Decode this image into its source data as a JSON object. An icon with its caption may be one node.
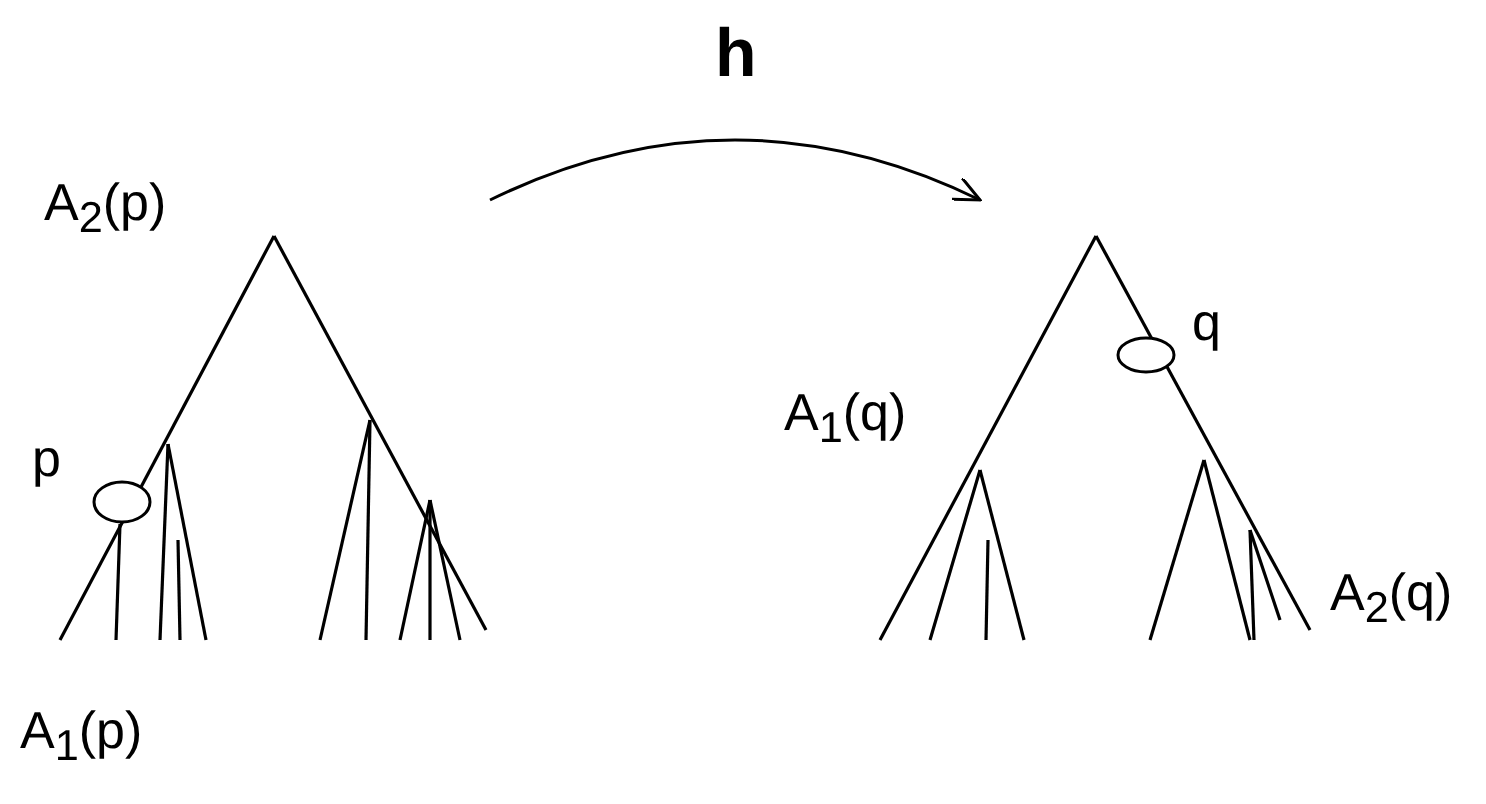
{
  "diagram": {
    "nodes": [
      {
        "text": [],
        "shape": "picture"
      },
      {
        "text": [],
        "shape": "circle",
        "in": 0,
        "beside": [
          "p"
        ]
      },
      {
        "text": [],
        "shape": "picture"
      },
      {
        "text": [],
        "shape": "circle",
        "in": 2,
        "beside": [
          "q"
        ]
      }
    ],
    "edges": [
      {
        "from": 0,
        "to": 2,
        "arrow": "to",
        "label": "h"
      }
    ],
    "labels": [
      "A$_{2}$(p)",
      "A$_{1}$(q)",
      "A$_{2}$(q)",
      "A$_{1}$(p)"
    ]
  }
}
